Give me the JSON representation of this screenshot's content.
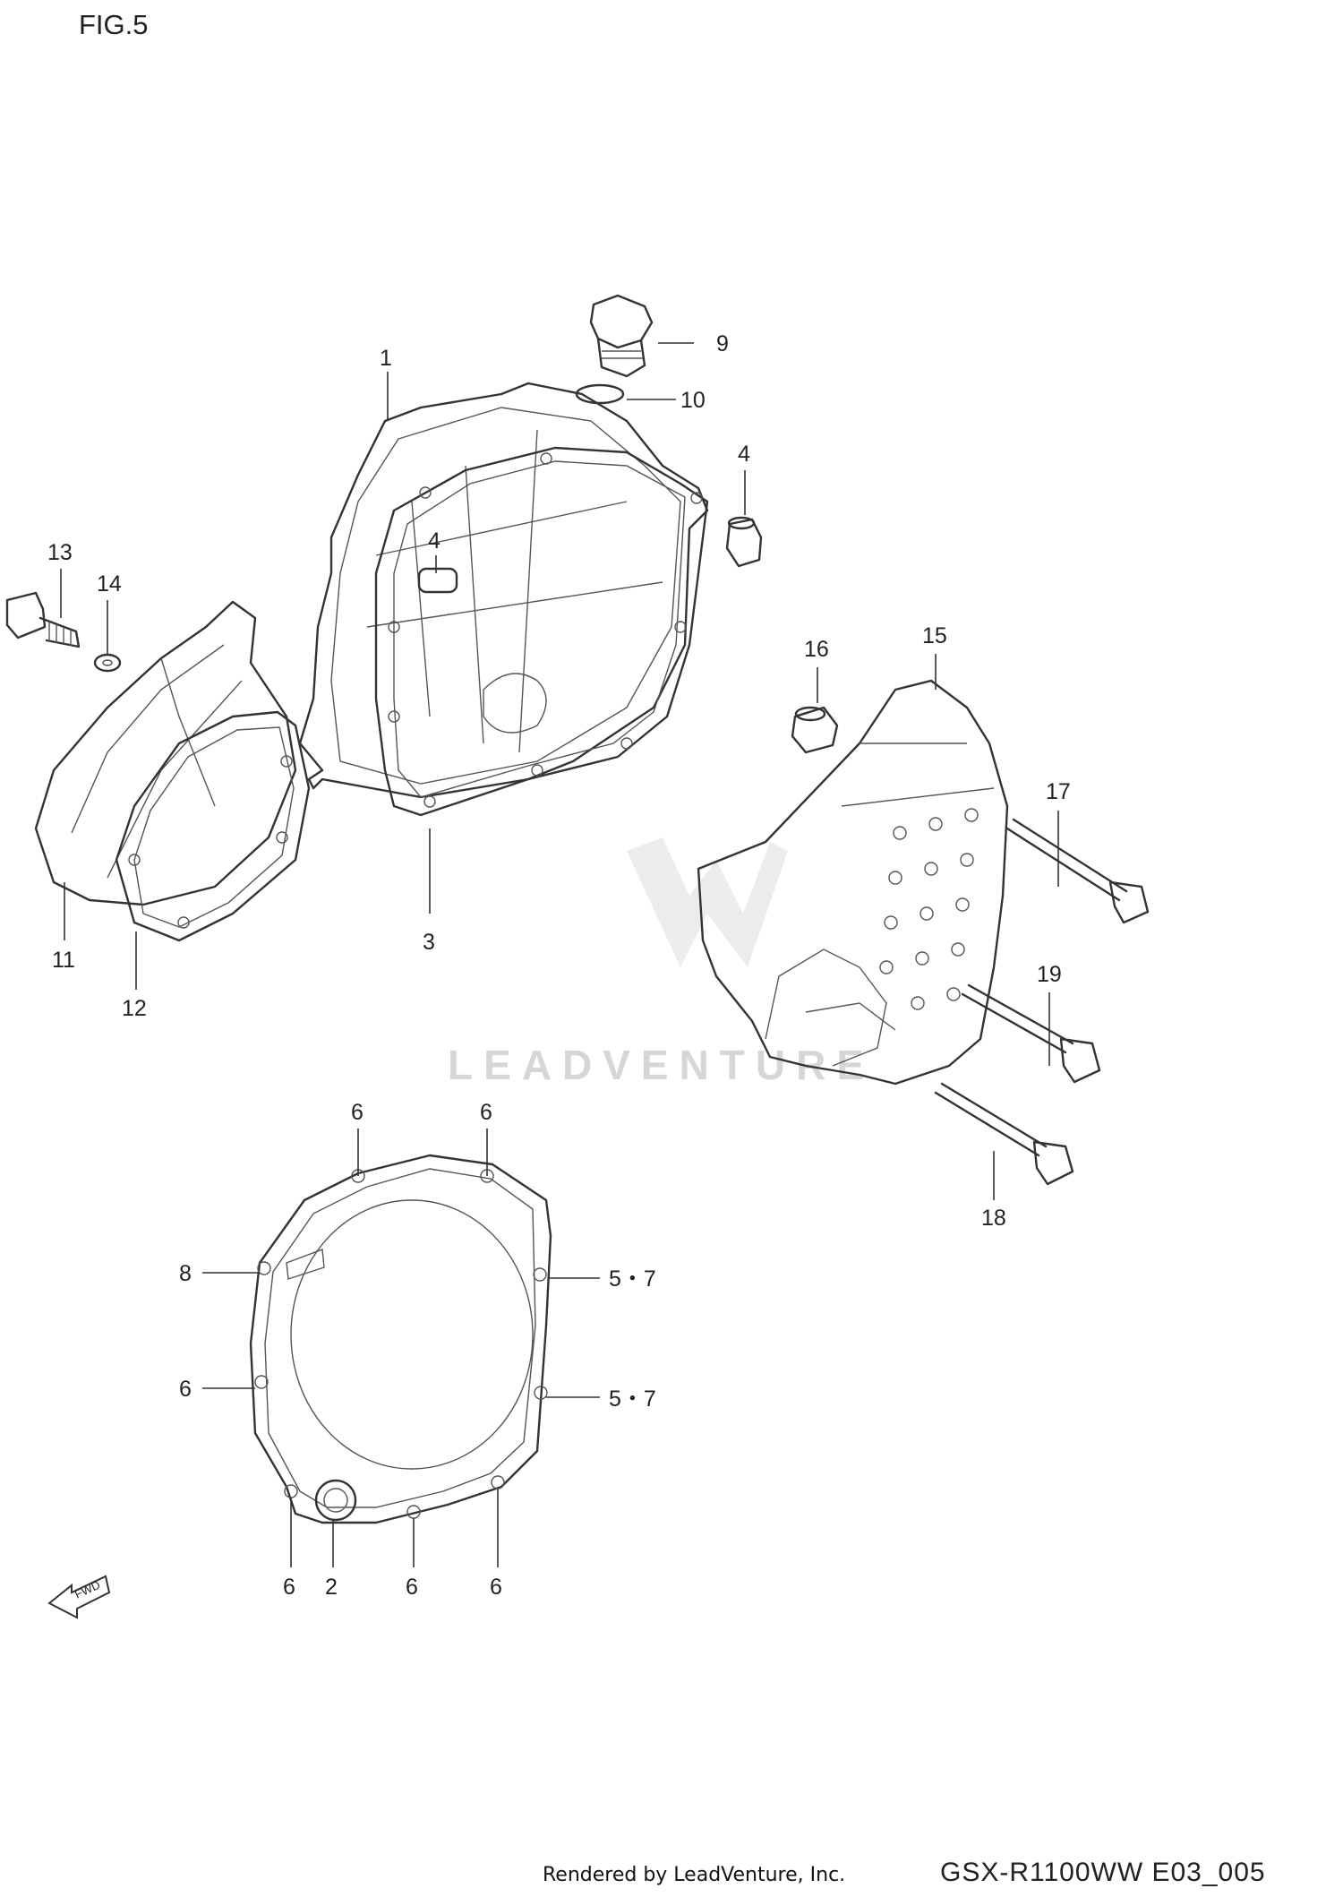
{
  "figure_title": "FIG.5",
  "watermark": "LEADVENTURE",
  "footer": {
    "rendered_by": "Rendered by LeadVenture, Inc.",
    "model_code": "GSX-R1100WW  E03_005"
  },
  "fwd_arrow_text": "FWD",
  "callouts": {
    "c1": "1",
    "c2": "2",
    "c3": "3",
    "c4a": "4",
    "c4b": "4",
    "c5a": "5・7",
    "c5b": "5・7",
    "c6a": "6",
    "c6b": "6",
    "c6c": "6",
    "c6d": "6",
    "c6e": "6",
    "c6f": "6",
    "c8": "8",
    "c9": "9",
    "c10": "10",
    "c11": "11",
    "c12": "12",
    "c13": "13",
    "c14": "14",
    "c15": "15",
    "c16": "16",
    "c17": "17",
    "c18": "18",
    "c19": "19"
  }
}
